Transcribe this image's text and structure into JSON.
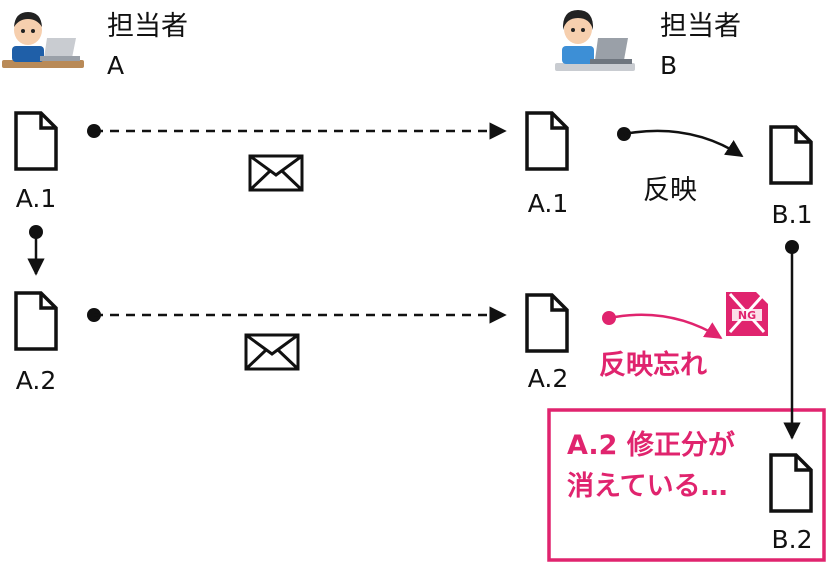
{
  "persons": {
    "a": {
      "role": "担当者",
      "name": "A"
    },
    "b": {
      "role": "担当者",
      "name": "B"
    }
  },
  "files": {
    "a1_left": "A.1",
    "a2_left": "A.2",
    "a1_right": "A.1",
    "a2_right": "A.2",
    "b1": "B.1",
    "b2": "B.2"
  },
  "labels": {
    "reflect": "反映",
    "missed_reflect": "反映忘れ",
    "warning_line1": "A.2 修正分が",
    "warning_line2": "消えている…",
    "ng_stamp": "NG"
  },
  "colors": {
    "ink": "#111111",
    "accent": "#e0246e",
    "skin": "#f6cfae",
    "hair": "#222222",
    "shirt_a": "#1f5fa8",
    "shirt_b": "#3d8fd6",
    "desk": "#b98a57",
    "laptop": "#c9ccd1"
  }
}
